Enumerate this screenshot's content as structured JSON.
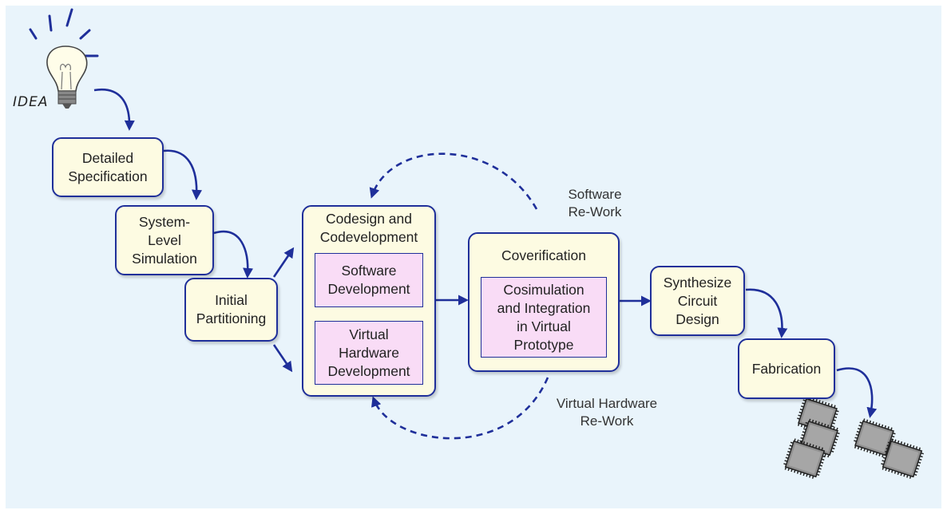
{
  "idea": {
    "label": "IDEA"
  },
  "steps": {
    "detailed_spec": "Detailed\nSpecification",
    "system_sim": "System-\nLevel\nSimulation",
    "initial_partitioning": "Initial\nPartitioning",
    "codesign_title": "Codesign and\nCodevelopment",
    "software_dev": "Software\nDevelopment",
    "virtual_hw_dev": "Virtual\nHardware\nDevelopment",
    "coverification_title": "Coverification",
    "cosimulation": "Cosimulation\nand Integration\nin Virtual\nPrototype",
    "synthesize": "Synthesize\nCircuit\nDesign",
    "fabrication": "Fabrication"
  },
  "rework": {
    "software": "Software\nRe-Work",
    "hardware": "Virtual Hardware\nRe-Work"
  },
  "colors": {
    "arrow": "#1f2f9a",
    "box_fill": "#fdfbe2",
    "inner_fill": "#f9dcf6",
    "background": "#e9f4fb",
    "chip": "#999999"
  }
}
